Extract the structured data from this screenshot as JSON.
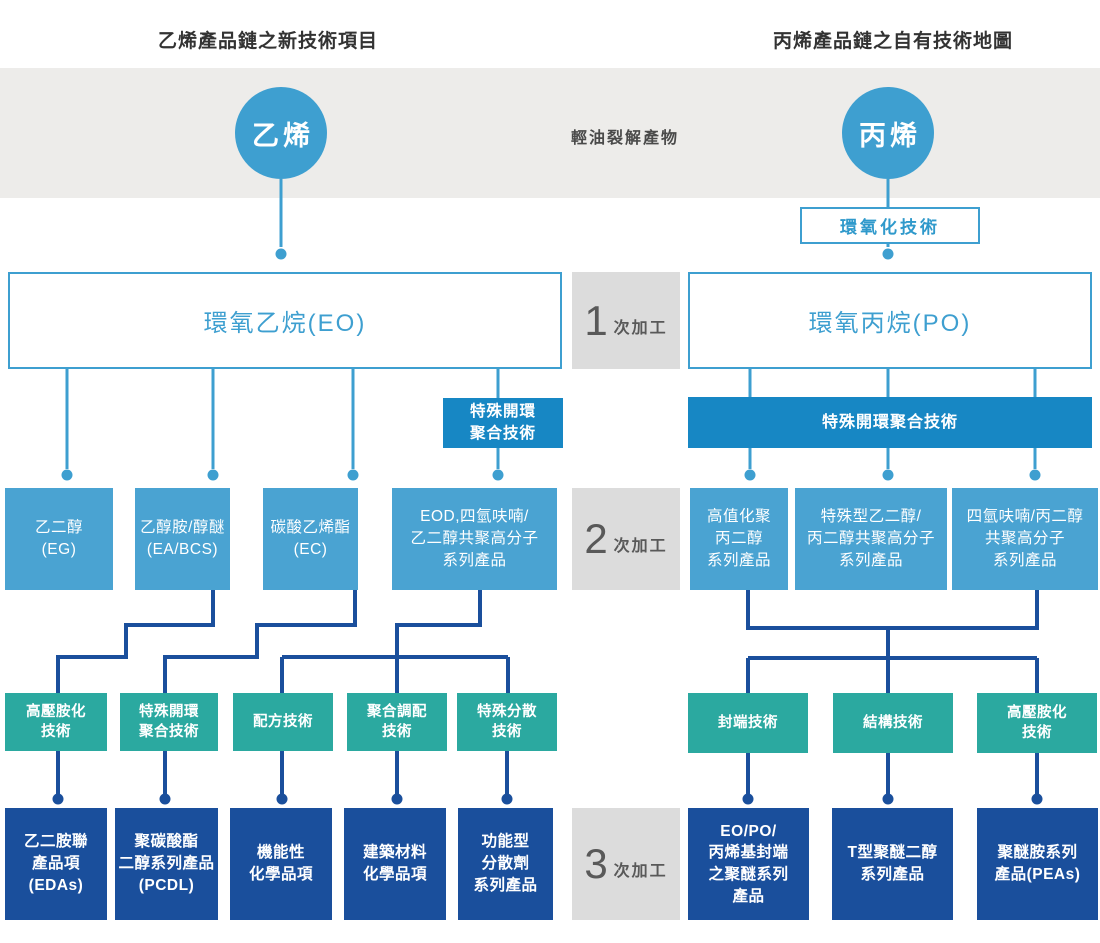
{
  "palette": {
    "accent_blue": "#3e9fd0",
    "box_blue": "#4aa3d2",
    "strong_blue": "#1787c4",
    "teal": "#2ba9a0",
    "navy": "#1a4f9c",
    "band_gray": "#edecea",
    "stage_gray": "#dcdcdc",
    "title_gray": "#333333"
  },
  "titles": {
    "left": "乙烯產品鏈之新技術項目",
    "right": "丙烯產品鏈之自有技術地圖"
  },
  "band": {
    "feed_label": "輕油裂解產物"
  },
  "circles": {
    "ethylene": "乙烯",
    "propylene": "丙烯"
  },
  "primary": {
    "eo": "環氧乙烷(EO)",
    "po": "環氧丙烷(PO)"
  },
  "stages": [
    {
      "num": "1",
      "suffix": "次加工"
    },
    {
      "num": "2",
      "suffix": "次加工"
    },
    {
      "num": "3",
      "suffix": "次加工"
    }
  ],
  "tech": {
    "epoxidation": "環氧化技術",
    "ring_opening_left": {
      "lines": [
        "特殊開環",
        "聚合技術"
      ]
    },
    "ring_opening_right": "特殊開環聚合技術"
  },
  "row2_left": [
    {
      "lines": [
        "乙二醇",
        "(EG)"
      ]
    },
    {
      "lines": [
        "乙醇胺/醇醚",
        "(EA/BCS)"
      ]
    },
    {
      "lines": [
        "碳酸乙烯酯",
        "(EC)"
      ]
    },
    {
      "lines": [
        "EOD,四氫呋喃/",
        "乙二醇共聚高分子",
        "系列產品"
      ]
    }
  ],
  "row2_right": [
    {
      "lines": [
        "高值化聚",
        "丙二醇",
        "系列產品"
      ]
    },
    {
      "lines": [
        "特殊型乙二醇/",
        "丙二醇共聚高分子",
        "系列產品"
      ]
    },
    {
      "lines": [
        "四氫呋喃/丙二醇",
        "共聚高分子",
        "系列產品"
      ]
    }
  ],
  "tech_left": [
    {
      "lines": [
        "高壓胺化",
        "技術"
      ]
    },
    {
      "lines": [
        "特殊開環",
        "聚合技術"
      ]
    },
    {
      "lines": [
        "配方技術"
      ]
    },
    {
      "lines": [
        "聚合調配",
        "技術"
      ]
    },
    {
      "lines": [
        "特殊分散",
        "技術"
      ]
    }
  ],
  "tech_right": [
    {
      "lines": [
        "封端技術"
      ]
    },
    {
      "lines": [
        "結構技術"
      ]
    },
    {
      "lines": [
        "高壓胺化",
        "技術"
      ]
    }
  ],
  "row3_left": [
    {
      "lines": [
        "乙二胺聯",
        "產品項",
        "(EDAs)"
      ]
    },
    {
      "lines": [
        "聚碳酸酯",
        "二醇系列產品",
        "(PCDL)"
      ]
    },
    {
      "lines": [
        "機能性",
        "化學品項"
      ]
    },
    {
      "lines": [
        "建築材料",
        "化學品項"
      ]
    },
    {
      "lines": [
        "功能型",
        "分散劑",
        "系列產品"
      ]
    }
  ],
  "row3_right": [
    {
      "lines": [
        "EO/PO/",
        "丙烯基封端",
        "之聚醚系列",
        "產品"
      ]
    },
    {
      "lines": [
        "T型聚醚二醇",
        "系列產品"
      ]
    },
    {
      "lines": [
        "聚醚胺系列",
        "產品(PEAs)"
      ]
    }
  ]
}
